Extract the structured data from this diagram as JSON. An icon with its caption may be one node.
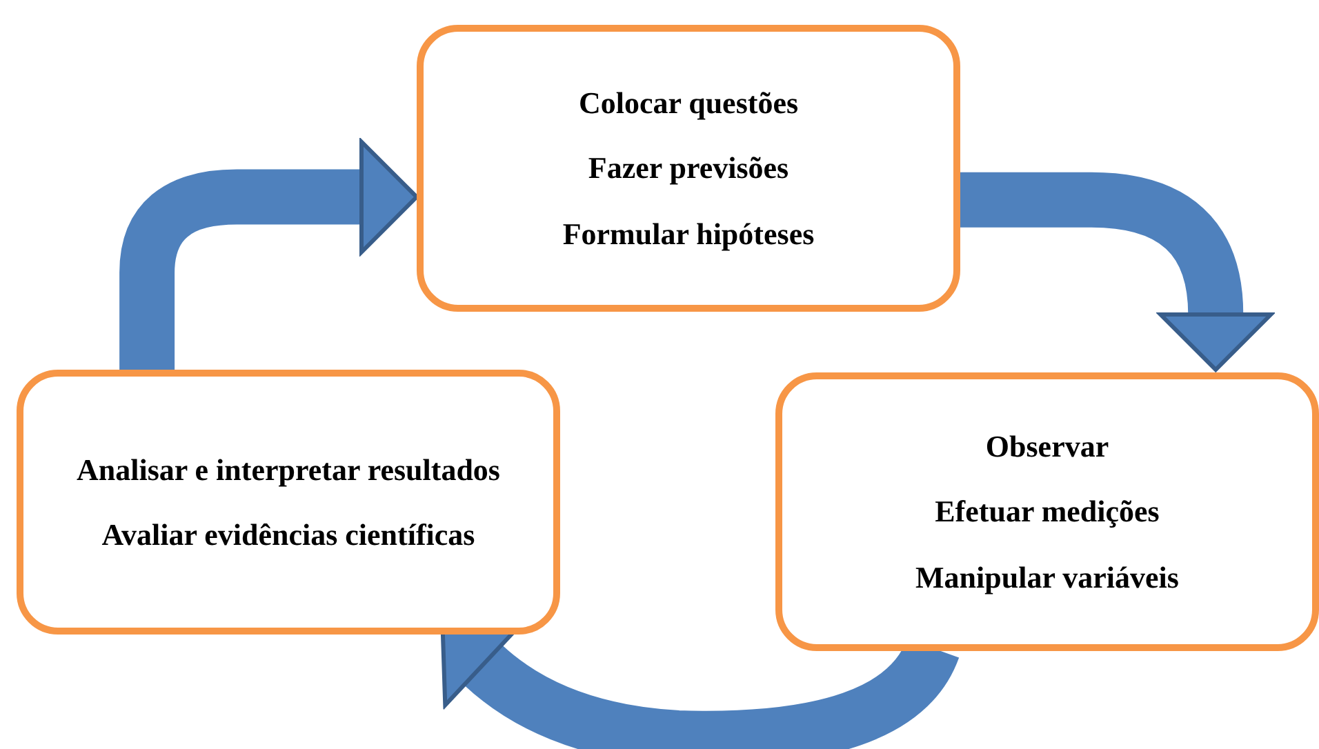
{
  "diagram": {
    "nodes": [
      {
        "text": [
          "Colocar questões",
          "Fazer previsões",
          "Formular hipóteses"
        ]
      },
      {
        "text": [
          "Observar",
          "Efetuar medições",
          "Manipular variáveis"
        ]
      },
      {
        "text": [
          "Analisar e interpretar resultados",
          "Avaliar evidências científicas"
        ]
      }
    ],
    "edges": [
      {
        "from": 0,
        "to": 1,
        "arrow": "to"
      },
      {
        "from": 1,
        "to": 2,
        "arrow": "to"
      },
      {
        "from": 2,
        "to": 0,
        "arrow": "to"
      }
    ]
  }
}
